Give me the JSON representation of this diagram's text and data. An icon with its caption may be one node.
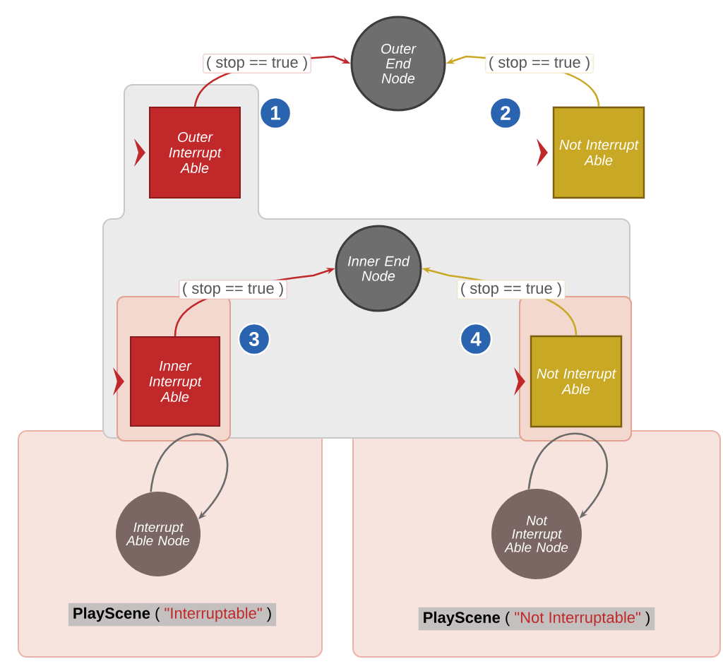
{
  "diagram": {
    "nodes": [
      {
        "text": [
          "Outer End Node"
        ]
      },
      {
        "text": [
          "Outer Interrupt Able"
        ]
      },
      {
        "text": [
          "Not Interrupt Able"
        ]
      },
      {
        "text": [
          "Inner End Node"
        ]
      },
      {
        "text": [
          "Inner Interrupt Able"
        ]
      },
      {
        "text": [
          "Not Interrupt Able"
        ]
      },
      {
        "text": [
          "Interrupt Able Node"
        ]
      },
      {
        "text": [
          "Not Interrupt Able Node"
        ]
      },
      {
        "text": [
          "**PlayScene** (",
          "\"Interruptable\"",
          ")"
        ]
      },
      {
        "text": [
          "**PlayScene** (",
          "\"Not Interruptable\"",
          ")"
        ]
      }
    ],
    "edges": [
      {
        "from": 1,
        "to": 0,
        "arrow": "to",
        "label": "( stop == true )",
        "color": "#c0282a"
      },
      {
        "from": 2,
        "to": 0,
        "arrow": "to",
        "label": "( stop == true )",
        "color": "#c9a825"
      },
      {
        "from": 4,
        "to": 3,
        "arrow": "to",
        "label": "( stop == true )",
        "color": "#c0282a"
      },
      {
        "from": 5,
        "to": 3,
        "arrow": "to",
        "label": "( stop == true )",
        "color": "#c9a825"
      },
      {
        "from": 6,
        "to": 6,
        "arrow": "to",
        "color": "#6a6a6a"
      },
      {
        "from": 7,
        "to": 7,
        "arrow": "to",
        "color": "#6a6a6a"
      }
    ],
    "labels": [
      "1",
      "2",
      "3",
      "4"
    ]
  }
}
